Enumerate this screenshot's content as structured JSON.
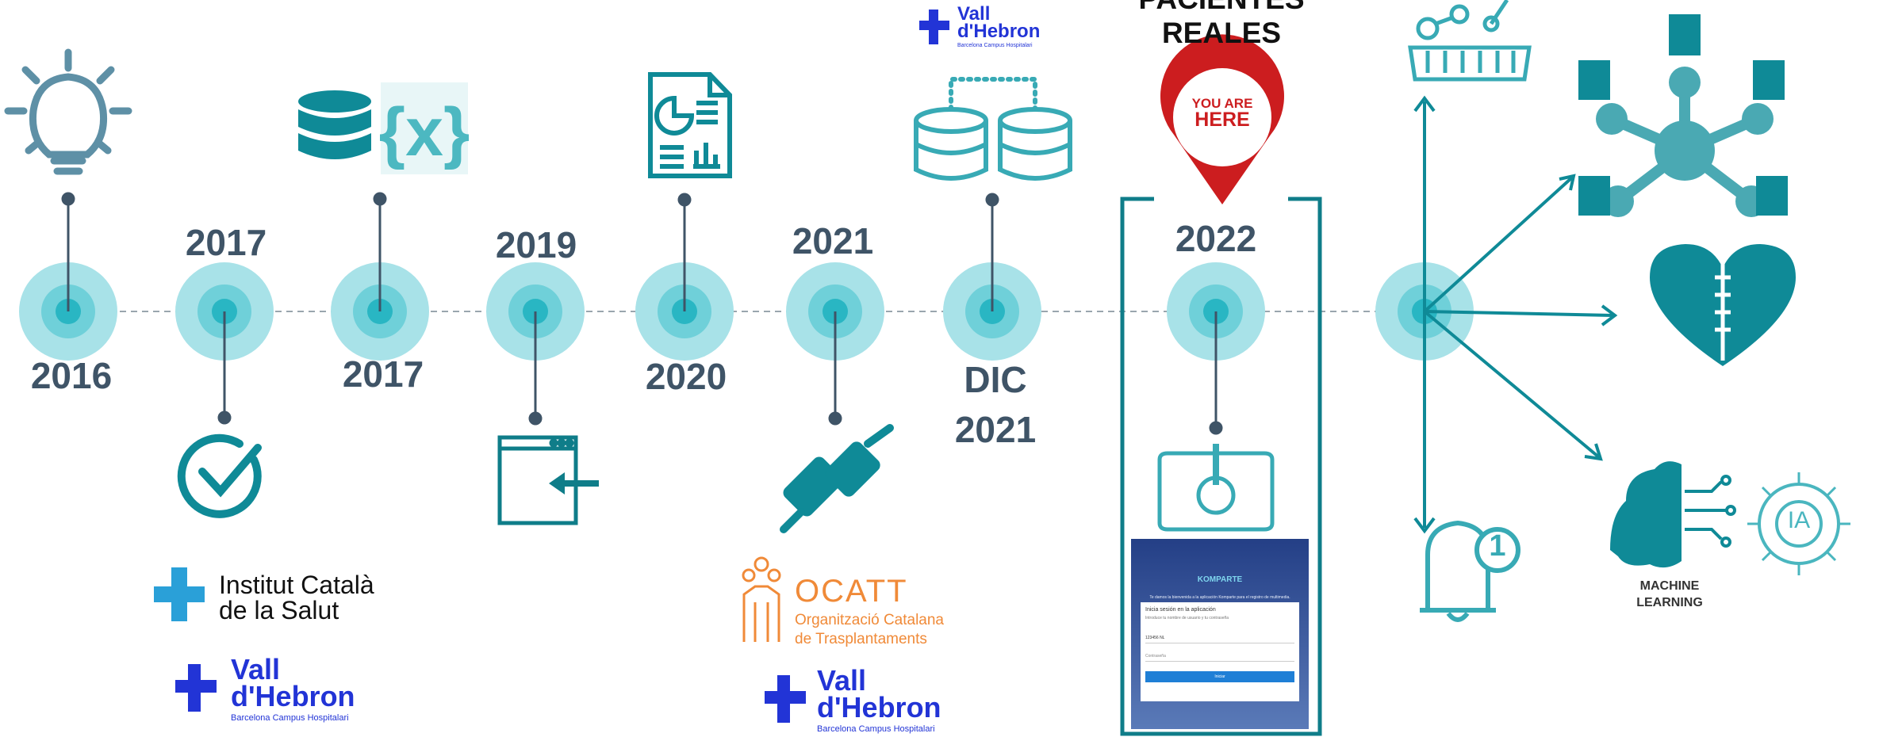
{
  "colors": {
    "teal_dark": "#0f8a97",
    "teal_mid": "#29b6c3",
    "teal_light": "#a8e2e8",
    "line_dark": "#3f5467",
    "red_pin": "#cc1d1f",
    "vall_blue": "#2234d6",
    "ocatt_orange": "#f08a38",
    "ics_blue": "#2aa0d8"
  },
  "timeline": {
    "labels": [
      "2016",
      "2017",
      "2017",
      "2019",
      "2020",
      "2021",
      "DIC\n2021",
      "2022"
    ]
  },
  "callout": {
    "title_line1": "PACIENTES",
    "title_line2": "REALES",
    "pin_line1": "YOU ARE",
    "pin_line2": "HERE"
  },
  "logos": {
    "ics_line1": "Institut Català",
    "ics_line2": "de la Salut",
    "vall_line1": "Vall",
    "vall_line2": "d'Hebron",
    "vall_sub": "Barcelona Campus Hospitalari",
    "ocatt_name": "OCATT",
    "ocatt_line1": "Organització Catalana",
    "ocatt_line2": "de Trasplantaments"
  },
  "app_screen": {
    "brand": "KOMPARTE",
    "intro": "Te damos la bienvenida a la aplicación Komparte para el registro de multimedia.",
    "login_title": "Inicia sesión en la aplicación",
    "login_hint": "Introduce tu nombre de usuario y tu contraseña",
    "user_value": "123456 NL",
    "password_placeholder": "Contraseña",
    "button": "Iniciar"
  },
  "ml": {
    "line1": "MACHINE",
    "line2": "LEARNING",
    "ia": "IA"
  },
  "notification": {
    "count": "1"
  },
  "icons": [
    "lightbulb-icon",
    "check-icon",
    "database-icon",
    "variable-icon",
    "window-import-icon",
    "report-icon",
    "plug-icon",
    "database-sync-icon",
    "location-pin-icon",
    "app-settings-icon",
    "lab-icon",
    "hospital-network-icon",
    "heart-icon",
    "bell-icon",
    "brain-icon",
    "ai-chip-icon"
  ]
}
